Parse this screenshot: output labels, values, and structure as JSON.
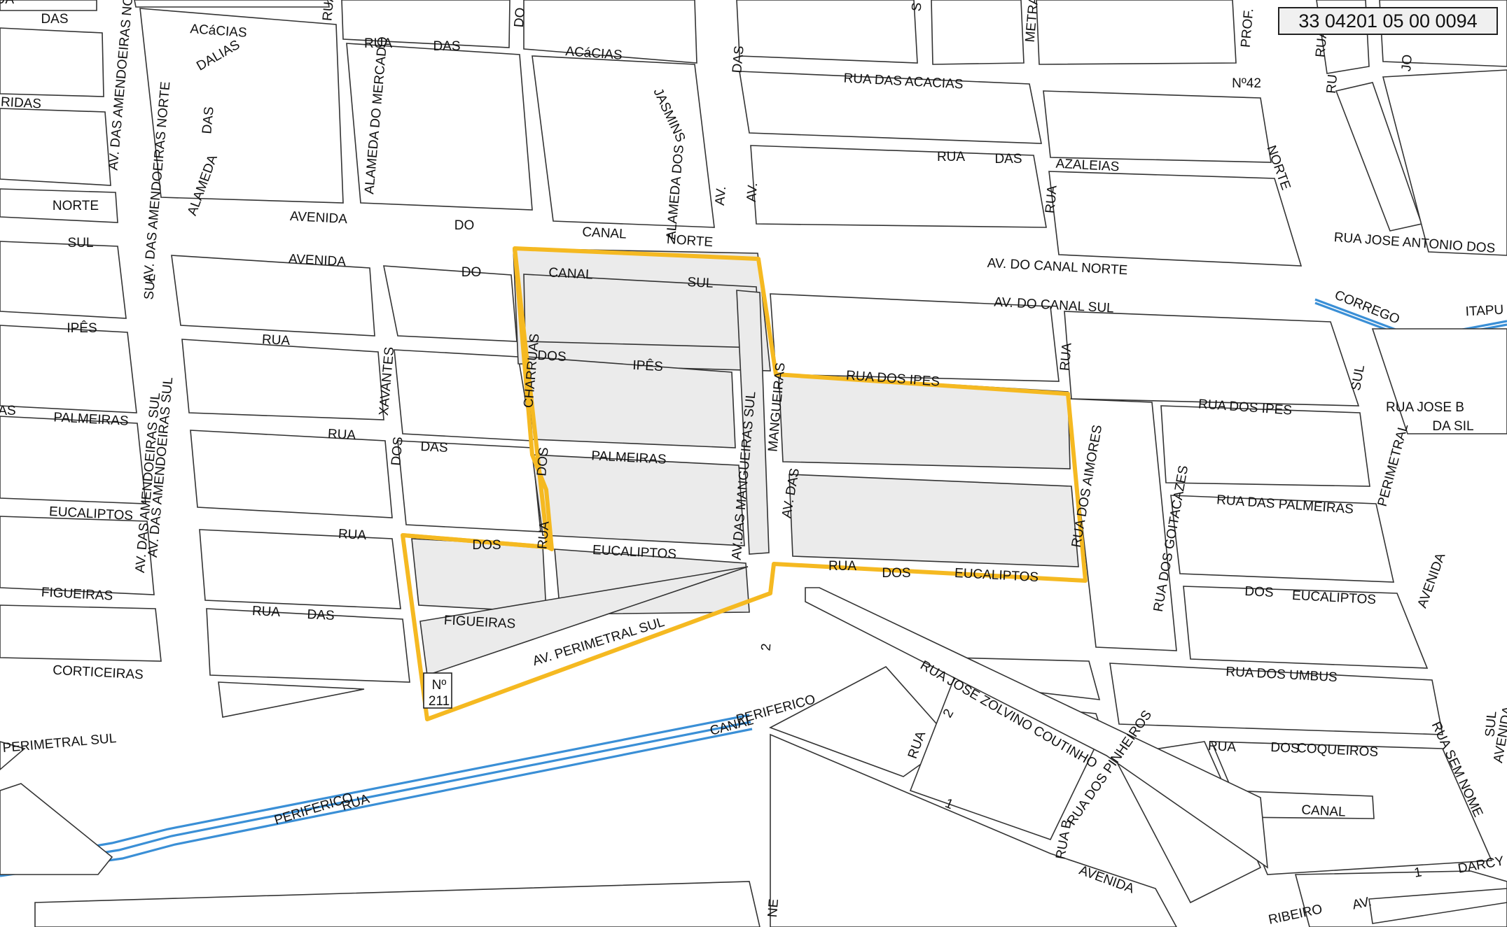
{
  "map_code": "33 04201 05 00 0094",
  "colors": {
    "boundary": "#f5b921",
    "water": "#3a8fd6",
    "highlight_fill": "#ebebeb"
  },
  "labels": [
    "DAS",
    "ACáCIAS",
    "RUA",
    "DAS",
    "ACáCIAS",
    "RIDAS",
    "AV. DAS AMENDOEIRAS NORTE",
    "DAS",
    "DALIAS",
    "ALAMEDA",
    "ALAMEDA DO MERCADO",
    "JASMINS",
    "ALAMEDA DOS",
    "DAS",
    "RUA DAS ACACIAS",
    "Nº42",
    "RUA",
    "DAS",
    "AZALEIAS",
    "RUA",
    "AV.",
    "AV.",
    "NORTE",
    "NORTE",
    "AV. DAS AMENDOEIRAS NORTE",
    "AVENIDA",
    "DO",
    "CANAL",
    "NORTE",
    "RUA JOSE ANTONIO DOS",
    "SUL",
    "SUL",
    "AVENIDA",
    "DO",
    "CANAL",
    "SUL",
    "AV. DO CANAL NORTE",
    "CORREGO",
    "ITAPU",
    "AV. DO CANAL SUL",
    "IPÊS",
    "AV. DAS AMENDOEIRAS SUL",
    "RUA",
    "XAVANTES",
    "CHARRUAS",
    "DOS",
    "IPÊS",
    "AV.DAS MANGUEIRAS SUL",
    "RUA DOS IPES",
    "RUA",
    "RUA DOS IPES",
    "SUL",
    "RUA JOSE B",
    "DA SIL",
    "PALMEIRAS",
    "AS",
    "AV. DAS AMENDOEIRAS SUL",
    "RUA",
    "DAS",
    "PALMEIRAS",
    "DOS",
    "DOS",
    "AV. DAS",
    "MANGUEIRAS",
    "RUA DOS AIMORES",
    "RUA DOS GOITACAZES",
    "PERIMETRAL",
    "RUA DAS PALMEIRAS",
    "EUCALIPTOS",
    "RUA",
    "DOS",
    "RUA",
    "EUCALIPTOS",
    "RUA",
    "DOS",
    "EUCALIPTOS",
    "DOS",
    "EUCALIPTOS",
    "AVENIDA",
    "FIGUEIRAS",
    "RUA",
    "DAS",
    "FIGUEIRAS",
    "AV. PERIMETRAL SUL",
    "RUA JOSE ZOLVINO COUTINHO",
    "2",
    "RUA DOS UMBUS",
    "CORTICEIRAS",
    "Nº",
    "211",
    "CANAL",
    "PERIFERICO",
    "RUA",
    "2",
    "RUA",
    "DOS",
    "COQUEIROS",
    "SUL",
    "RUA SEM NOME",
    "PERIMETRAL SUL",
    "AVENIDA",
    "1",
    "RUA DOS PINHEIROS",
    "CANAL",
    "PERIFERICO",
    "RUA",
    "RUA B",
    "NE",
    "AVENIDA",
    "1",
    "DARCY",
    "RIBEIRO",
    "AV.",
    "PROF.",
    "METRAL",
    "DO",
    "RU",
    "RUA",
    "JO",
    "RUA",
    "S",
    "RUA"
  ]
}
